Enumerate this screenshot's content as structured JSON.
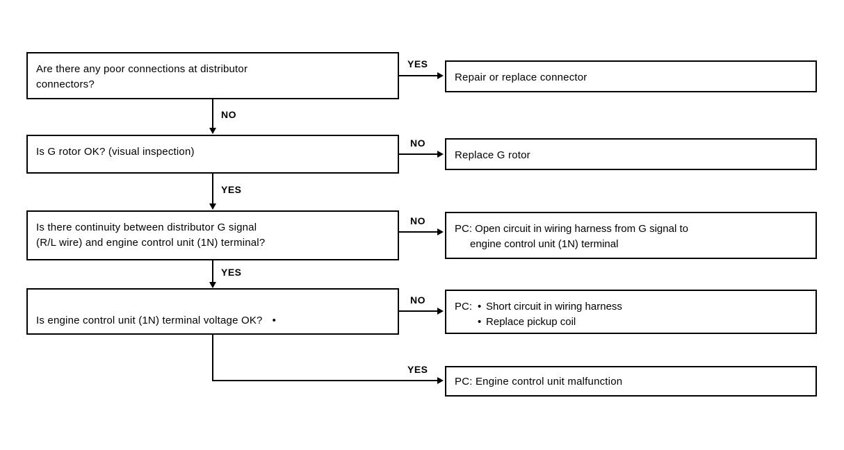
{
  "diagram": {
    "title": "Distributor G signal diagnostic flowchart",
    "type": "flowchart",
    "background": "#ffffff",
    "stroke": "#000000"
  },
  "questions": [
    {
      "id": "q1",
      "line1": "Are there any poor connections at distributor",
      "line2": "connectors?",
      "text": "Are there any poor connections at distributor\nconnectors?"
    },
    {
      "id": "q2",
      "line1": "Is G rotor OK? (visual inspection)",
      "line2": "",
      "text": "Is G rotor OK? (visual inspection)"
    },
    {
      "id": "q3",
      "line1": "Is there continuity between distributor G signal",
      "line2": "(R/L wire) and engine control unit (1N) terminal?",
      "text": "Is there continuity between distributor G signal\n(R/L wire) and engine control unit (1N) terminal?"
    },
    {
      "id": "q4",
      "line1": "Is engine control unit (1N) terminal voltage OK?",
      "footnote_mark": "•",
      "text": "Is engine control unit (1N) terminal voltage OK?"
    }
  ],
  "outcomes": [
    {
      "id": "o1",
      "text": "Repair or replace connector"
    },
    {
      "id": "o2",
      "text": "Replace G rotor"
    },
    {
      "id": "o3",
      "line1": "PC: Open circuit in wiring harness from G signal to",
      "line2": "engine control unit (1N) terminal"
    },
    {
      "id": "o4",
      "prefix": "PC:",
      "bullets": [
        "Short circuit in wiring harness",
        "Replace pickup coil"
      ]
    },
    {
      "id": "o5",
      "text": "PC: Engine control unit malfunction"
    }
  ],
  "edge_labels": {
    "q1_yes": "YES",
    "q1_no": "NO",
    "q2_no": "NO",
    "q2_yes": "YES",
    "q3_no": "NO",
    "q3_yes": "YES",
    "q4_no": "NO",
    "q4_yes": "YES"
  }
}
